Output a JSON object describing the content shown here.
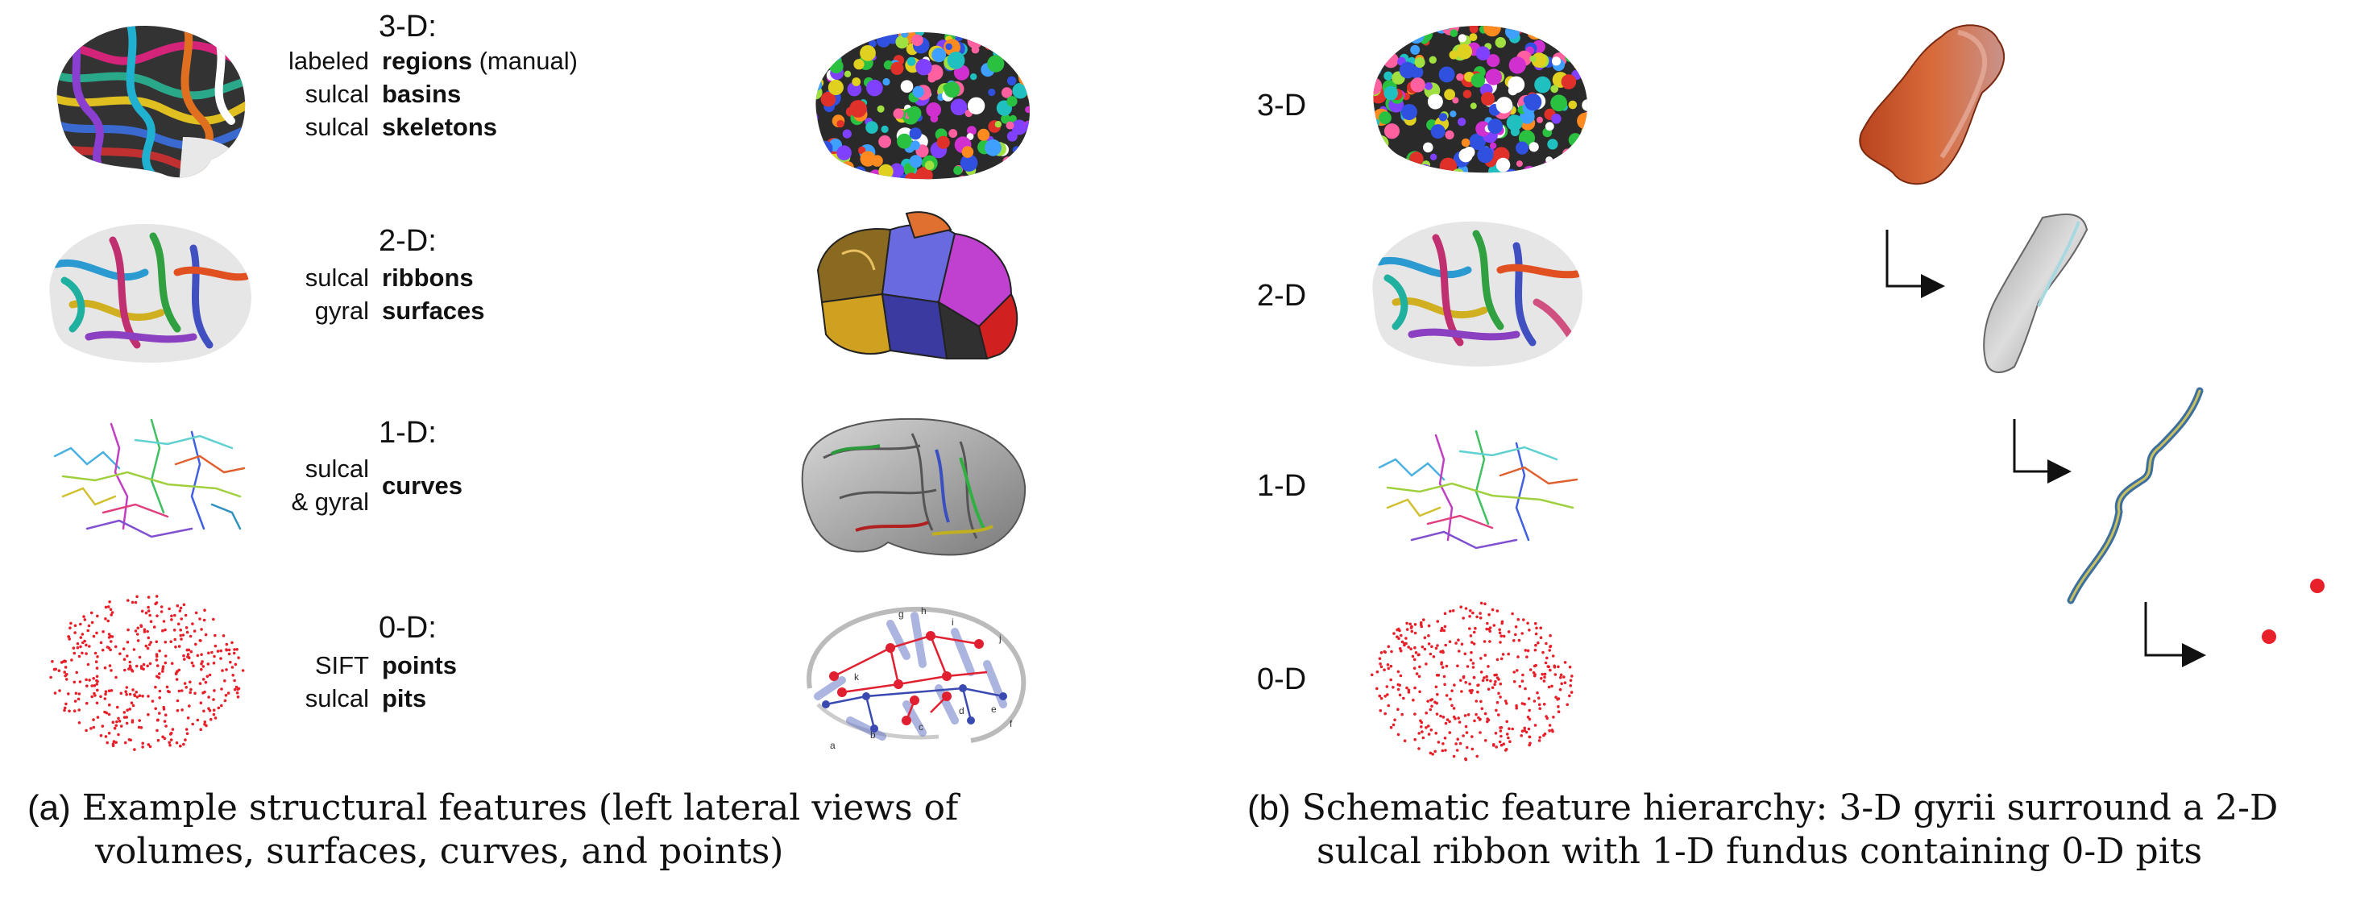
{
  "panel_a": {
    "rows": [
      {
        "heading": "3-D:",
        "lines": [
          {
            "modifier": "labeled",
            "feature": "regions",
            "suffix": " (manual)"
          },
          {
            "modifier": "sulcal",
            "feature": "basins",
            "suffix": ""
          },
          {
            "modifier": "sulcal",
            "feature": "skeletons",
            "suffix": ""
          }
        ]
      },
      {
        "heading": "2-D:",
        "lines": [
          {
            "modifier": "sulcal",
            "feature": "ribbons",
            "suffix": ""
          },
          {
            "modifier": "gyral",
            "feature": "surfaces",
            "suffix": ""
          }
        ]
      },
      {
        "heading": "1-D:",
        "lines": [
          {
            "modifier": "sulcal",
            "feature": "",
            "suffix": ""
          },
          {
            "modifier": "& gyral",
            "feature": "curves",
            "suffix": ""
          }
        ]
      },
      {
        "heading": "0-D:",
        "lines": [
          {
            "modifier": "SIFT",
            "feature": "points",
            "suffix": ""
          },
          {
            "modifier": "sulcal",
            "feature": "pits",
            "suffix": ""
          }
        ]
      }
    ],
    "graph_labels": [
      "a",
      "b",
      "c",
      "d",
      "e",
      "f",
      "g",
      "h",
      "i",
      "j",
      "k"
    ],
    "caption_tag": "(a)",
    "caption_line1": "Example structural features (left lateral views of",
    "caption_line2": "volumes, surfaces, curves, and points)"
  },
  "panel_b": {
    "dims": [
      "3-D",
      "2-D",
      "1-D",
      "0-D"
    ],
    "caption_tag": "(b)",
    "caption_line1": "Schematic feature hierarchy: 3-D gyrii surround a 2-D",
    "caption_line2": "sulcal ribbon with 1-D fundus containing 0-D pits"
  },
  "colors": {
    "pit_red": "#e8202a",
    "text": "#111111",
    "fundus": "#3d6f9e",
    "volume": "#c8552a"
  }
}
